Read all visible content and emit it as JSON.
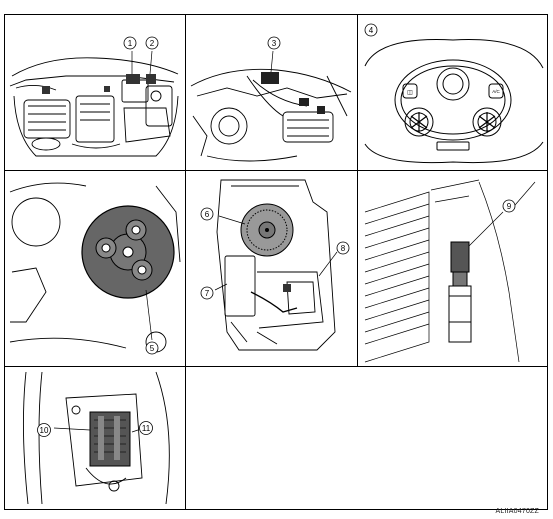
{
  "figure": {
    "reference_code": "ALIIA0470ZZ",
    "callouts": [
      "1",
      "2",
      "3",
      "4",
      "5",
      "6",
      "7",
      "8",
      "9",
      "10",
      "11"
    ]
  },
  "dashboard_buttons": {
    "left_symbol": "◫",
    "right_label": "A/C"
  }
}
